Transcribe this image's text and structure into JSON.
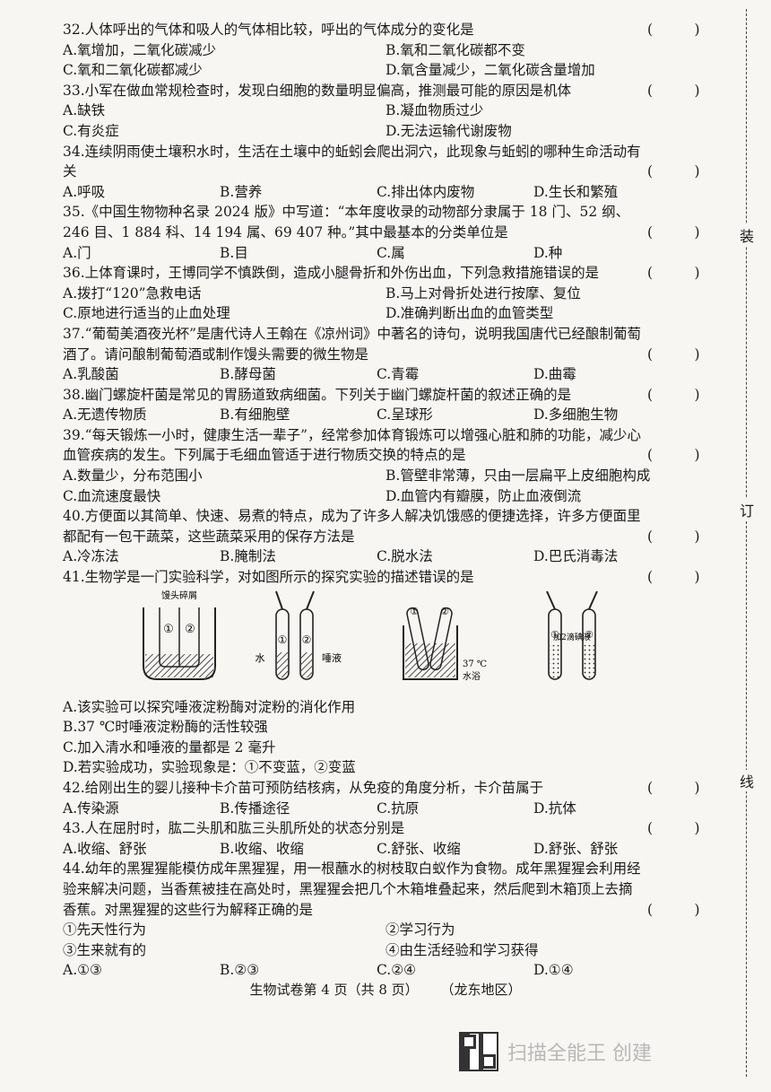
{
  "questions": [
    {
      "id": "q32",
      "stem": "32.人体呼出的气体和吸人的气体相比较，呼出的气体成分的变化是",
      "paren": "(　　　)",
      "layout": "2",
      "options": [
        "A.氧增加，二氧化碳减少",
        "B.氧和二氧化碳都不变",
        "C.氧和二氧化碳都减少",
        "D.氧含量减少，二氧化碳含量增加"
      ]
    },
    {
      "id": "q33",
      "stem": "33.小军在做血常规检查时，发现白细胞的数量明显偏高，推测最可能的原因是机体",
      "paren": "(　　　)",
      "layout": "2",
      "options": [
        "A.缺铁",
        "B.凝血物质过少",
        "C.有炎症",
        "D.无法运输代谢废物"
      ]
    },
    {
      "id": "q34",
      "stem": "34.连续阴雨使土壤积水时，生活在土壤中的蚯蚓会爬出洞穴，此现象与蚯蚓的哪种生命活动有关",
      "paren": "(　　　)",
      "layout": "4",
      "options": [
        "A.呼吸",
        "B.营养",
        "C.排出体内废物",
        "D.生长和繁殖"
      ]
    },
    {
      "id": "q35",
      "stem": "35.《中国生物物种名录 2024 版》中写道：“本年度收录的动物部分隶属于 18 门、52 纲、246 目、1 884 科、14 194 属、69 407 种。”其中最基本的分类单位是",
      "paren": "(　　　)",
      "layout": "4",
      "options": [
        "A.门",
        "B.目",
        "C.属",
        "D.种"
      ]
    },
    {
      "id": "q36",
      "stem": "36.上体育课时，王博同学不慎跌倒，造成小腿骨折和外伤出血，下列急救措施错误的是",
      "paren": "(　　　)",
      "layout": "2",
      "options": [
        "A.拨打“120”急救电话",
        "B.马上对骨折处进行按摩、复位",
        "C.原地进行适当的止血处理",
        "D.准确判断出血的血管类型"
      ]
    },
    {
      "id": "q37",
      "stem": "37.“葡萄美酒夜光杯”是唐代诗人王翰在《凉州词》中著名的诗句，说明我国唐代已经酿制葡萄酒了。请问酿制葡萄酒或制作馒头需要的微生物是",
      "paren": "(　　　)",
      "layout": "4",
      "options": [
        "A.乳酸菌",
        "B.酵母菌",
        "C.青霉",
        "D.曲霉"
      ]
    },
    {
      "id": "q38",
      "stem": "38.幽门螺旋杆菌是常见的胃肠道致病细菌。下列关于幽门螺旋杆菌的叙述正确的是",
      "paren": "(　　　)",
      "layout": "4",
      "options": [
        "A.无遗传物质",
        "B.有细胞壁",
        "C.呈球形",
        "D.多细胞生物"
      ]
    },
    {
      "id": "q39",
      "stem": "39.“每天锻炼一小时，健康生活一辈子”，经常参加体育锻炼可以增强心脏和肺的功能，减少心血管疾病的发生。下列属于毛细血管适于进行物质交换的特点的是",
      "paren": "(　　　)",
      "layout": "2",
      "options": [
        "A.数量少，分布范围小",
        "B.管壁非常薄，只由一层扁平上皮细胞构成",
        "C.血流速度最快",
        "D.血管内有瓣膜，防止血液倒流"
      ]
    },
    {
      "id": "q40",
      "stem": "40.方便面以其简单、快速、易煮的特点，成为了许多人解决饥饿感的便捷选择，许多方便面里都配有一包干蔬菜，这些蔬菜采用的保存方法是",
      "paren": "(　　　)",
      "layout": "4",
      "options": [
        "A.冷冻法",
        "B.腌制法",
        "C.脱水法",
        "D.巴氏消毒法"
      ]
    },
    {
      "id": "q41",
      "stem": "41.生物学是一门实验科学，对如图所示的探究实验的描述错误的是",
      "paren": "(　　　)",
      "layout": "1",
      "figure": true,
      "options": [
        "A.该实验可以探究唾液淀粉酶对淀粉的消化作用",
        "B.37 ℃时唾液淀粉酶的活性较强",
        "C.加入清水和唾液的量都是 2 毫升",
        "D.若实验成功，实验现象是：①不变蓝，②变蓝"
      ]
    },
    {
      "id": "q42",
      "stem": "42.给刚出生的婴儿接种卡介苗可预防结核病，从免疫的角度分析，卡介苗属于",
      "paren": "(　　　)",
      "layout": "4",
      "options": [
        "A.传染源",
        "B.传播途径",
        "C.抗原",
        "D.抗体"
      ]
    },
    {
      "id": "q43",
      "stem": "43.人在屈肘时，肱二头肌和肱三头肌所处的状态分别是",
      "paren": "(　　　)",
      "layout": "4",
      "options": [
        "A.收缩、舒张",
        "B.收缩、收缩",
        "C.舒张、收缩",
        "D.舒张、舒张"
      ]
    },
    {
      "id": "q44",
      "stem": "44.幼年的黑猩猩能模仿成年黑猩猩，用一根蘸水的树枝取白蚁作为食物。成年黑猩猩会利用经验来解决问题，当香蕉被挂在高处时，黑猩猩会把几个木箱堆叠起来，然后爬到木箱顶上去摘香蕉。对黑猩猩的这些行为解释正确的是",
      "paren": "(　　　)",
      "layout": "2",
      "items": [
        "①先天性行为",
        "②学习行为",
        "③生来就有的",
        "④由生活经验和学习获得"
      ],
      "options": [
        "A.①③",
        "B.②③",
        "C.②④",
        "D.①④"
      ]
    }
  ],
  "figure_labels": {
    "mantou": "馒头碎屑",
    "tube1": "①",
    "tube2": "②",
    "water": "水",
    "saliva": "唾液",
    "temp": "37 ℃",
    "bath": "水浴",
    "iodine": "加2滴碘液"
  },
  "footer": {
    "page_text": "生物试卷第 4 页（共 8 页）",
    "region": "（龙东地区）"
  },
  "binding": [
    "装",
    "订",
    "线"
  ],
  "watermark": "扫描全能王 创建"
}
